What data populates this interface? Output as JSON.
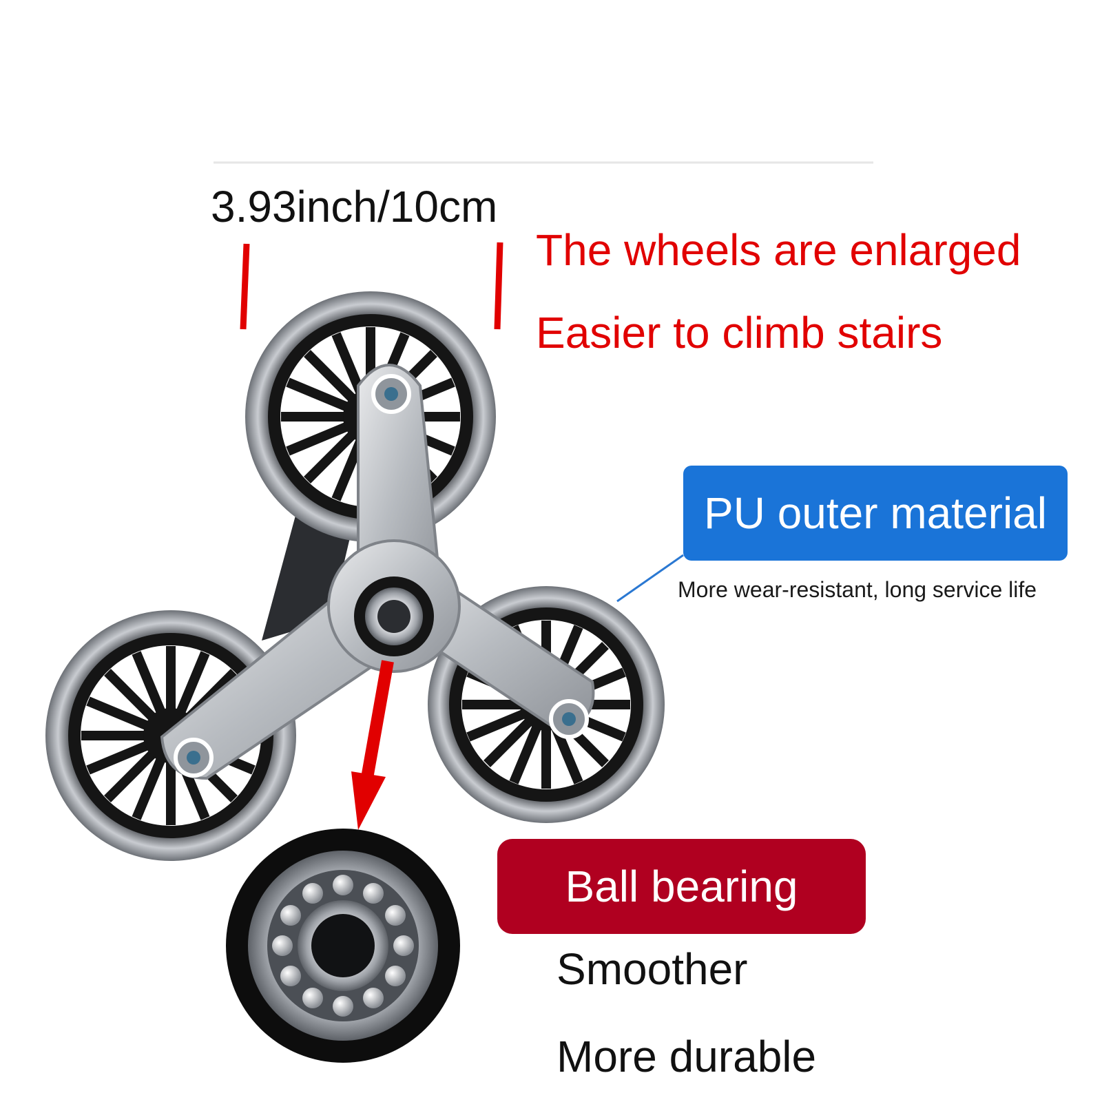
{
  "dimension": {
    "label": "3.93inch/10cm"
  },
  "headline": {
    "line1": "The wheels are enlarged",
    "line2": "Easier to climb stairs"
  },
  "material": {
    "title": "PU outer material",
    "subtitle": "More wear-resistant, long service life"
  },
  "bearing": {
    "title": "Ball bearing",
    "features": [
      "Smoother",
      "More durable"
    ]
  },
  "colors": {
    "accent_red": "#e10000",
    "pill_blue": "#1a74d8",
    "pill_red": "#b00020",
    "frame_silver": "#b9bcc1",
    "wheel_black": "#151515"
  },
  "icons": [
    "triangular-stair-climbing-wheel",
    "ball-bearing"
  ]
}
